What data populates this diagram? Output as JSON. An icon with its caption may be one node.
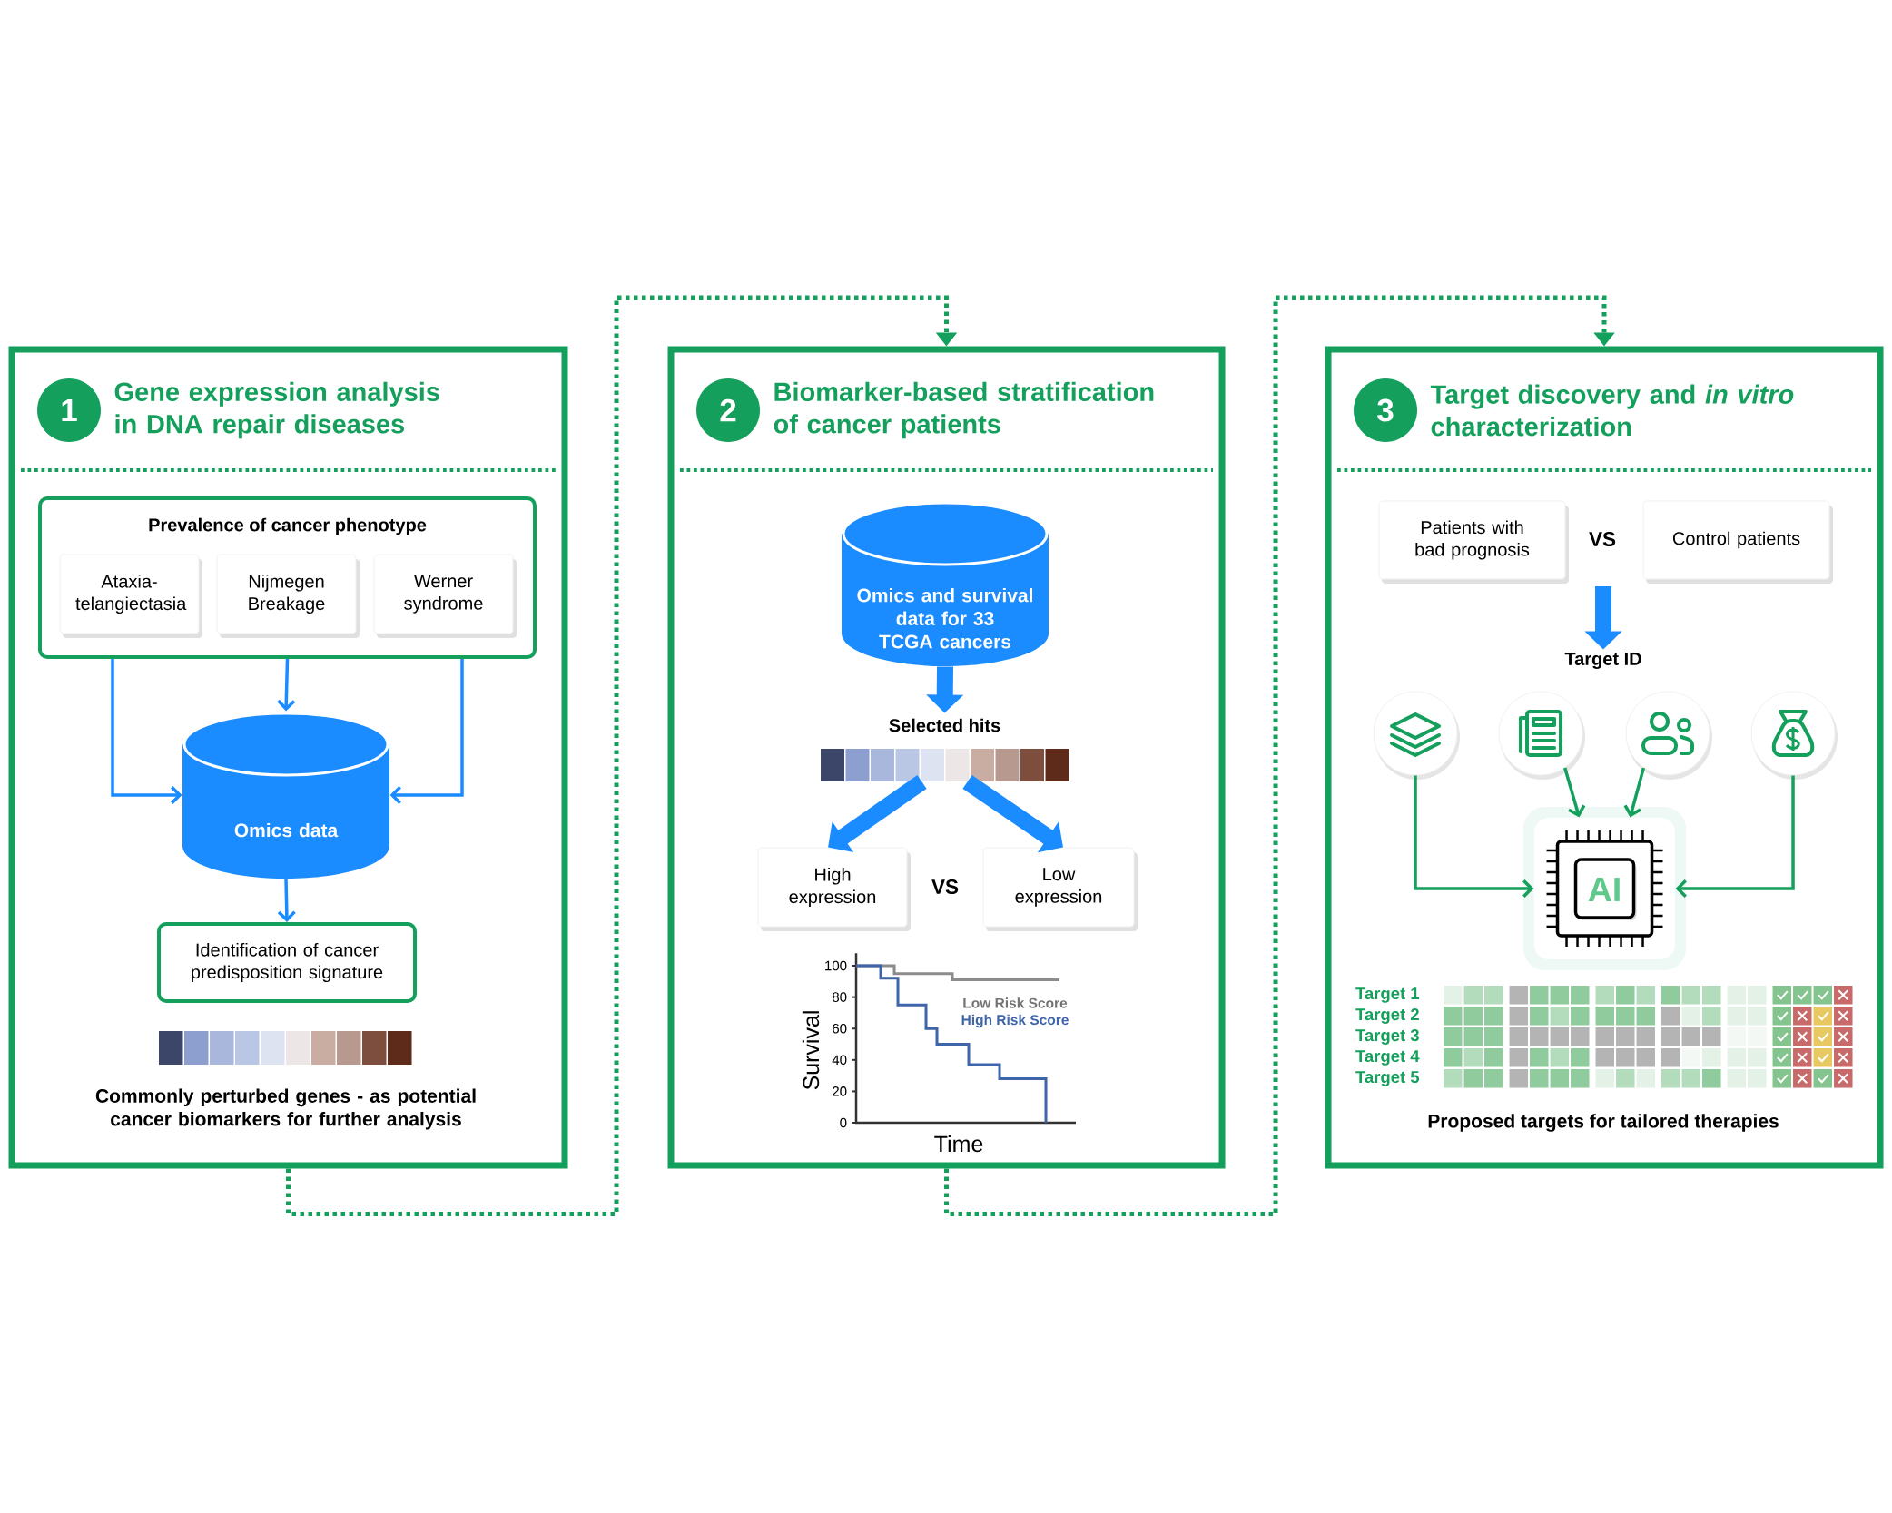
{
  "diagram": {
    "nodes": [
      {
        "text": [
          "1",
          "Gene expression analysis in DNA repair diseases"
        ]
      },
      {
        "text": [
          "Prevalence of cancer phenotype"
        ],
        "in": 0
      },
      {
        "text": [
          "Ataxia-telangiectasia"
        ],
        "in": 1
      },
      {
        "text": [
          "Nijmegen Breakage"
        ],
        "in": 1
      },
      {
        "text": [
          "Werner syndrome"
        ],
        "in": 1
      },
      {
        "text": [
          "Omics data"
        ],
        "in": 0
      },
      {
        "text": [
          "Identification of cancer predisposition signature"
        ],
        "in": 0
      },
      {
        "text": [
          "2",
          "Biomarker-based stratification of cancer patients"
        ]
      },
      {
        "text": [
          "Omics and survival data for 33 TCGA cancers"
        ],
        "in": 7
      },
      {
        "text": [
          "Selected hits"
        ],
        "in": 7
      },
      {
        "text": [
          "High expression"
        ],
        "in": 7
      },
      {
        "text": [
          "Low expression"
        ],
        "in": 7
      },
      {
        "text": [
          "3",
          "Target discovery and *in vitro* characterization"
        ]
      },
      {
        "text": [
          "Patients with bad prognosis"
        ],
        "in": 12
      },
      {
        "text": [
          "Control patients"
        ],
        "in": 12
      },
      {
        "text": [
          "Target ID"
        ],
        "in": 12
      },
      {
        "text": [],
        "shape": "circle",
        "in": 12
      },
      {
        "text": [],
        "shape": "circle",
        "in": 12
      },
      {
        "text": [],
        "shape": "circle",
        "in": 12
      },
      {
        "text": [],
        "shape": "circle",
        "in": 12
      },
      {
        "text": [
          "AI"
        ],
        "in": 12
      }
    ],
    "edges": [
      {
        "from": 0,
        "to": 7,
        "arrow": "to",
        "style": "dashed",
        "color": "#14a05c"
      },
      {
        "from": 7,
        "to": 12,
        "arrow": "to",
        "style": "dashed",
        "color": "#14a05c"
      },
      {
        "from": 1,
        "to": 5,
        "arrow": "to"
      },
      {
        "from": 1,
        "to": 5,
        "arrow": "to"
      },
      {
        "from": 1,
        "to": 5,
        "arrow": "to"
      },
      {
        "from": 5,
        "to": 6,
        "arrow": "to"
      },
      {
        "from": 8,
        "to": 9,
        "arrow": "to",
        "style": "thick"
      },
      {
        "from": 9,
        "to": 10,
        "arrow": "to",
        "style": "thick"
      },
      {
        "from": 9,
        "to": 11,
        "arrow": "to",
        "style": "thick"
      },
      {
        "from": null,
        "to": 15,
        "arrow": "to",
        "style": "thick"
      },
      {
        "from": 16,
        "to": 20,
        "arrow": "to",
        "color": "#14a05c"
      },
      {
        "from": 17,
        "to": 20,
        "arrow": "to",
        "color": "#14a05c"
      },
      {
        "from": 18,
        "to": 20,
        "arrow": "to",
        "color": "#14a05c"
      },
      {
        "from": 19,
        "to": 20,
        "arrow": "to",
        "color": "#14a05c"
      }
    ],
    "labels": [
      "Commonly perturbed genes - as potential cancer biomarkers for further analysis",
      "VS",
      "100",
      "80",
      "60",
      "40",
      "20",
      "0",
      "Survival",
      "Time",
      "Low Risk Score",
      "High Risk Score",
      "VS",
      "Target 1",
      "Target 2",
      "Target 3",
      "Target 4",
      "Target 5",
      "Proposed targets for tailored therapies"
    ]
  }
}
